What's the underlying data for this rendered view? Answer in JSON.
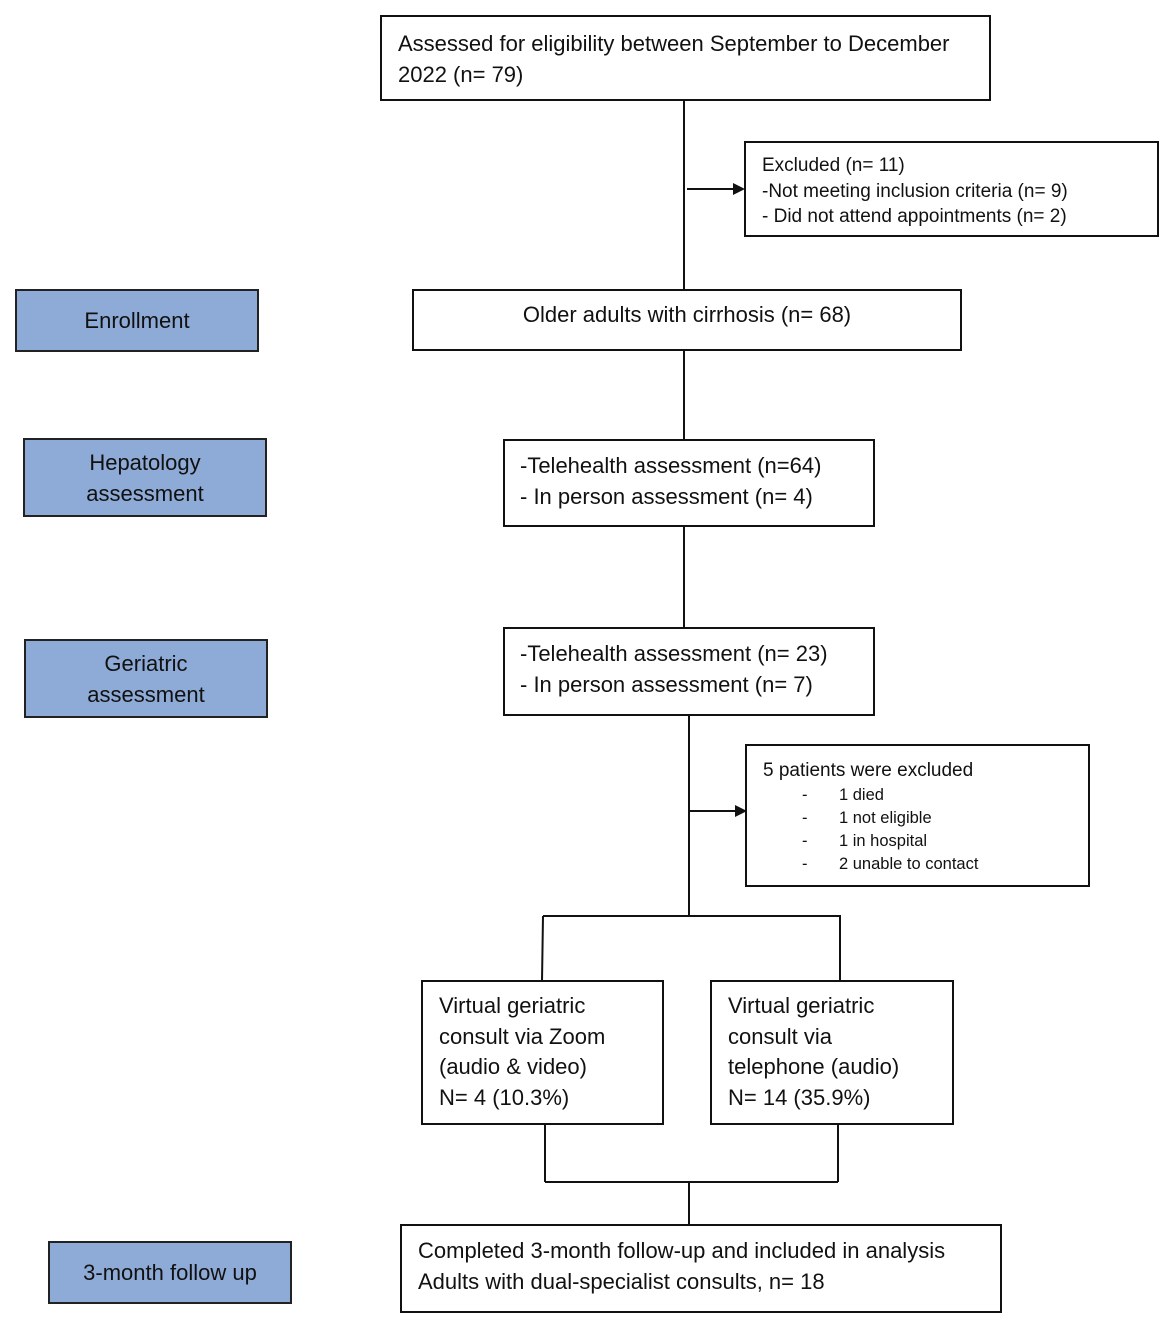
{
  "stages": {
    "enrollment": "Enrollment",
    "hepatology": [
      "Hepatology",
      "assessment"
    ],
    "geriatric": [
      "Geriatric",
      "assessment"
    ],
    "follow_up": "3-month follow up"
  },
  "boxes": {
    "assessed": [
      "Assessed for eligibility between September to December",
      "2022 (n= 79)"
    ],
    "excluded_first": [
      "Excluded (n= 11)",
      "-Not meeting inclusion criteria (n= 9)",
      "- Did not attend appointments (n= 2)"
    ],
    "enrolled": "Older adults with cirrhosis (n= 68)",
    "hepatology_assessment": [
      "-Telehealth assessment (n=64)",
      "- In person assessment (n= 4)"
    ],
    "geriatric_assessment": [
      "-Telehealth assessment (n= 23)",
      "- In person assessment (n= 7)"
    ],
    "excluded_second": {
      "title": "5 patients were excluded",
      "items": [
        {
          "dash": "-",
          "text": "1 died"
        },
        {
          "dash": "-",
          "text": "1 not eligible"
        },
        {
          "dash": "-",
          "text": "1 in hospital"
        },
        {
          "dash": "-",
          "text": "2 unable to contact"
        }
      ]
    },
    "zoom_consult": [
      "Virtual geriatric",
      "consult via Zoom",
      "(audio & video)",
      "N= 4 (10.3%)"
    ],
    "telephone_consult": [
      "Virtual geriatric",
      "consult via",
      "telephone (audio)",
      "N= 14 (35.9%)"
    ],
    "completed": [
      "Completed 3-month follow-up and included in analysis",
      "Adults with dual-specialist consults, n= 18"
    ]
  },
  "colors": {
    "stage_fill": "#8eaad6",
    "border": "#111111",
    "line": "#111111"
  }
}
